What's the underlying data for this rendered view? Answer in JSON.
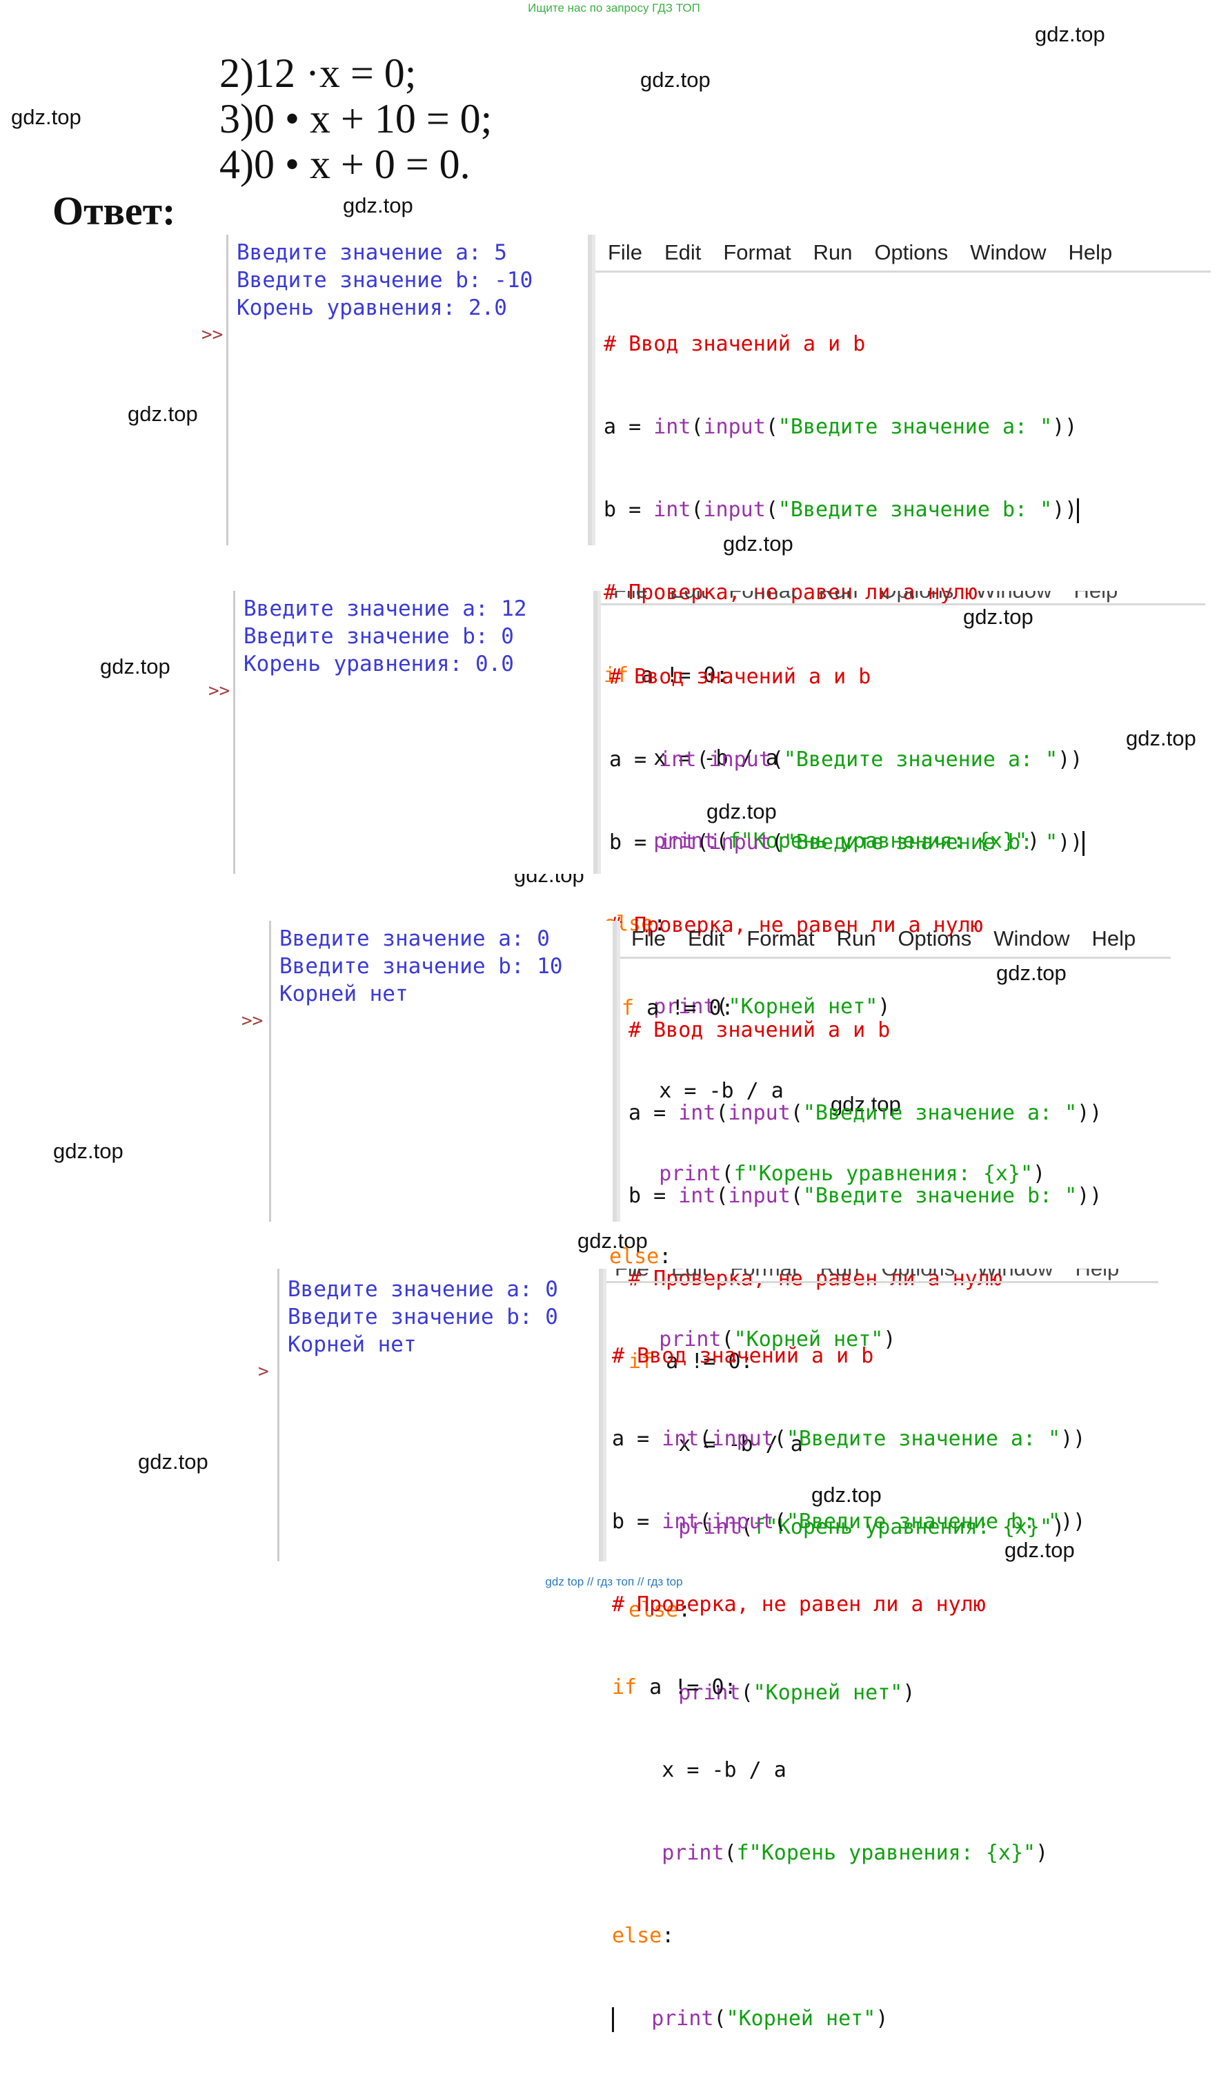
{
  "banner_top": "Ищите нас по запросу ГДЗ ТОП",
  "banner_bottom": "gdz top // гдз топ // гдз top",
  "watermark": "gdz.top",
  "equations": {
    "eq2": "2)12 ·x = 0;",
    "eq3": "3)0 • x + 10 = 0;",
    "eq4": "4)0 • x + 0 = 0."
  },
  "answer_label": "Ответ:",
  "menu": [
    "File",
    "Edit",
    "Format",
    "Run",
    "Options",
    "Window",
    "Help"
  ],
  "prompt_symbol": ">>",
  "code": {
    "l1": "# Ввод значений a и b",
    "l2_a": "a = ",
    "l2_int": "int",
    "l2_p1": "(",
    "l2_input": "input",
    "l2_p2": "(",
    "l2_str": "\"Введите значение a: \"",
    "l2_end": "))",
    "l3_a": "b = ",
    "l3_str": "\"Введите значение b: \"",
    "l4": "# Проверка, не равен ли a нулю",
    "l5_if": "if",
    "l5_rest": " a != 0:",
    "l6": "    x = -b / a",
    "l7_print": "print",
    "l7_p": "(",
    "l7_str": "f\"Корень уравнения: {x}\"",
    "l7_end": ")",
    "l8_else": "else",
    "l8_colon": ":",
    "l9_str": "\"Корней нет\""
  },
  "runs": [
    {
      "line1": "Введите значение a: 5",
      "line2": "Введите значение b: -10",
      "line3": "Корень уравнения: 2.0"
    },
    {
      "line1": "Введите значение a: 12",
      "line2": "Введите значение b: 0",
      "line3": "Корень уравнения: 0.0"
    },
    {
      "line1": "Введите значение a: 0",
      "line2": "Введите значение b: 10",
      "line3": "Корней нет"
    },
    {
      "line1": "Введите значение a: 0",
      "line2": "Введите значение b: 0",
      "line3": "Корней нет"
    }
  ]
}
